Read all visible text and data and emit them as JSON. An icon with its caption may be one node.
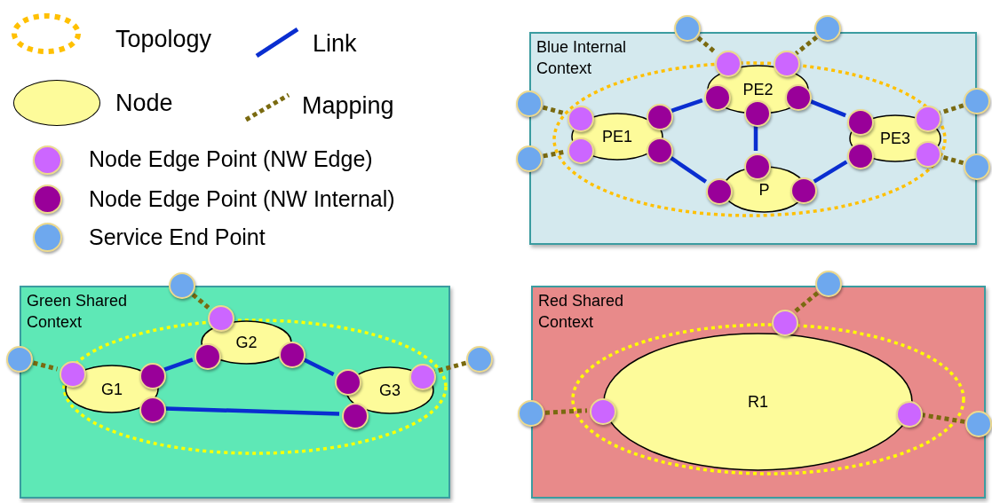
{
  "diagram": {
    "nodes": [
      {
        "text": [
          "Blue Internal Context"
        ]
      },
      {
        "text": [],
        "shape": "ellipse",
        "in": 0
      },
      {
        "text": [
          "PE1"
        ],
        "in": 1
      },
      {
        "text": [
          "PE2"
        ],
        "in": 1
      },
      {
        "text": [
          "P"
        ],
        "in": 1
      },
      {
        "text": [
          "PE3"
        ],
        "in": 1
      },
      {
        "text": [
          "Green Shared Context"
        ]
      },
      {
        "text": [],
        "shape": "ellipse",
        "in": 6
      },
      {
        "text": [
          "G1"
        ],
        "in": 7
      },
      {
        "text": [
          "G2"
        ],
        "in": 7
      },
      {
        "text": [
          "G3"
        ],
        "in": 7
      },
      {
        "text": [
          "Red Shared Context"
        ]
      },
      {
        "text": [],
        "shape": "ellipse",
        "in": 11
      },
      {
        "text": [
          "R1"
        ],
        "in": 12
      },
      {
        "text": [],
        "shape": "circle",
        "in": 1
      },
      {
        "text": [],
        "shape": "circle",
        "in": 1
      },
      {
        "text": [],
        "shape": "circle",
        "in": 1
      },
      {
        "text": [],
        "shape": "circle",
        "in": 1
      },
      {
        "text": [],
        "shape": "circle",
        "in": 0
      },
      {
        "text": [],
        "shape": "circle",
        "in": 0
      },
      {
        "text": [],
        "shape": "circle",
        "in": 1
      },
      {
        "text": [],
        "shape": "circle",
        "in": 1
      },
      {
        "text": [],
        "shape": "circle",
        "in": 1
      },
      {
        "text": [],
        "shape": "circle",
        "in": 1
      },
      {
        "text": [],
        "shape": "circle",
        "in": 1
      },
      {
        "text": [],
        "shape": "circle",
        "in": 1
      },
      {
        "text": [],
        "shape": "circle",
        "in": 1
      },
      {
        "text": [],
        "shape": "circle",
        "in": 1
      },
      {
        "text": [],
        "shape": "circle",
        "in": 1
      },
      {
        "text": [],
        "shape": "circle",
        "in": 1
      },
      {
        "text": [],
        "shape": "circle"
      },
      {
        "text": [],
        "shape": "circle"
      },
      {
        "text": [],
        "shape": "circle"
      },
      {
        "text": [],
        "shape": "circle"
      },
      {
        "text": [],
        "shape": "circle"
      },
      {
        "text": [],
        "shape": "circle"
      },
      {
        "text": [],
        "shape": "circle",
        "in": 6
      },
      {
        "text": [],
        "shape": "circle",
        "in": 7
      },
      {
        "text": [],
        "shape": "circle",
        "in": 7
      },
      {
        "text": [],
        "shape": "circle",
        "in": 6
      },
      {
        "text": [],
        "shape": "circle",
        "in": 7
      },
      {
        "text": [],
        "shape": "circle",
        "in": 7
      },
      {
        "text": [],
        "shape": "circle",
        "in": 7
      },
      {
        "text": [],
        "shape": "circle",
        "in": 7
      },
      {
        "text": [],
        "shape": "circle",
        "in": 7
      },
      {
        "text": [],
        "shape": "circle"
      },
      {
        "text": [],
        "shape": "circle"
      },
      {
        "text": [],
        "shape": "circle"
      },
      {
        "text": [],
        "shape": "circle",
        "in": 11
      },
      {
        "text": [],
        "shape": "circle",
        "in": 12
      },
      {
        "text": [],
        "shape": "circle",
        "in": 12
      },
      {
        "text": [],
        "shape": "circle"
      },
      {
        "text": [],
        "shape": "circle"
      },
      {
        "text": [],
        "shape": "circle"
      }
    ],
    "edges": [
      {
        "from": 16,
        "to": 20,
        "arrow": "none",
        "color": "#0a2ed0"
      },
      {
        "from": 17,
        "to": 24,
        "arrow": "none",
        "color": "#0a2ed0"
      },
      {
        "from": 21,
        "to": 23,
        "arrow": "none",
        "color": "#0a2ed0"
      },
      {
        "from": 22,
        "to": 26,
        "arrow": "none",
        "color": "#0a2ed0"
      },
      {
        "from": 25,
        "to": 27,
        "arrow": "none",
        "color": "#0a2ed0"
      },
      {
        "from": 30,
        "to": 14,
        "arrow": "none",
        "style": "dashed"
      },
      {
        "from": 31,
        "to": 15,
        "arrow": "none",
        "style": "dashed"
      },
      {
        "from": 32,
        "to": 18,
        "arrow": "none",
        "style": "dashed"
      },
      {
        "from": 33,
        "to": 19,
        "arrow": "none",
        "style": "dashed"
      },
      {
        "from": 34,
        "to": 28,
        "arrow": "none",
        "style": "dashed"
      },
      {
        "from": 35,
        "to": 29,
        "arrow": "none",
        "style": "dashed"
      },
      {
        "from": 37,
        "to": 40,
        "arrow": "none",
        "color": "#0a2ed0"
      },
      {
        "from": 38,
        "to": 43,
        "arrow": "none",
        "color": "#0a2ed0"
      },
      {
        "from": 41,
        "to": 42,
        "arrow": "none",
        "color": "#0a2ed0"
      },
      {
        "from": 45,
        "to": 36,
        "arrow": "none",
        "style": "dashed"
      },
      {
        "from": 46,
        "to": 39,
        "arrow": "none",
        "style": "dashed"
      },
      {
        "from": 47,
        "to": 44,
        "arrow": "none",
        "style": "dashed"
      },
      {
        "from": 51,
        "to": 48,
        "arrow": "none",
        "style": "dashed"
      },
      {
        "from": 52,
        "to": 49,
        "arrow": "none",
        "style": "dashed"
      },
      {
        "from": 53,
        "to": 50,
        "arrow": "none",
        "style": "dashed"
      }
    ],
    "legend": [
      {
        "text": "Topology"
      },
      {
        "text": "Link"
      },
      {
        "text": "Node",
        "color": "#fdfb9a"
      },
      {
        "text": "Mapping"
      },
      {
        "text": "Node Edge Point (NW Edge)",
        "color": "#cc66ff"
      },
      {
        "text": "Node Edge Point (NW Internal)",
        "color": "#990099"
      },
      {
        "text": "Service End Point",
        "color": "#6ea8ee"
      }
    ]
  }
}
